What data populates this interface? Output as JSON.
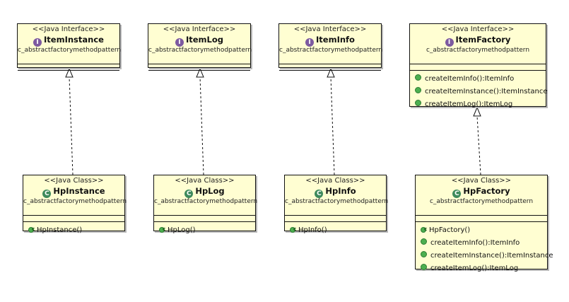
{
  "diagram": {
    "interfaces": [
      {
        "stereotype": "<<Java Interface>>",
        "name": "ItemInstance",
        "package": "c_abstractfactorymethodpattern",
        "operations": []
      },
      {
        "stereotype": "<<Java Interface>>",
        "name": "ItemLog",
        "package": "c_abstractfactorymethodpattern",
        "operations": []
      },
      {
        "stereotype": "<<Java Interface>>",
        "name": "ItemInfo",
        "package": "c_abstractfactorymethodpattern",
        "operations": []
      },
      {
        "stereotype": "<<Java Interface>>",
        "name": "ItemFactory",
        "package": "c_abstractfactorymethodpattern",
        "operations": [
          "createItemInfo():ItemInfo",
          "createItemInstance():ItemInstance",
          "createItemLog():ItemLog"
        ]
      }
    ],
    "classes": [
      {
        "stereotype": "<<Java Class>>",
        "name": "HpInstance",
        "package": "c_abstractfactorymethodpattern",
        "constructor": "HpInstance()",
        "operations": []
      },
      {
        "stereotype": "<<Java Class>>",
        "name": "HpLog",
        "package": "c_abstractfactorymethodpattern",
        "constructor": "HpLog()",
        "operations": []
      },
      {
        "stereotype": "<<Java Class>>",
        "name": "HpInfo",
        "package": "c_abstractfactorymethodpattern",
        "constructor": "HpInfo()",
        "operations": []
      },
      {
        "stereotype": "<<Java Class>>",
        "name": "HpFactory",
        "package": "c_abstractfactorymethodpattern",
        "constructor": "HpFactory()",
        "operations": [
          "createItemInfo():ItemInfo",
          "createItemInstance():ItemInstance",
          "createItemLog():ItemLog"
        ]
      }
    ],
    "realizations": [
      {
        "from": "HpInstance",
        "to": "ItemInstance"
      },
      {
        "from": "HpLog",
        "to": "ItemLog"
      },
      {
        "from": "HpInfo",
        "to": "ItemInfo"
      },
      {
        "from": "HpFactory",
        "to": "ItemFactory"
      }
    ],
    "colors": {
      "box_fill": "#fffed2",
      "border": "#111111",
      "interface_icon": "#7d5aa0",
      "class_icon": "#3e8a5c",
      "method_dot": "#4caf50"
    },
    "icons": {
      "interface": "interface-i-icon",
      "class": "class-c-icon",
      "method": "public-method-icon",
      "constructor": "constructor-icon",
      "realization": "hollow-triangle-arrowhead"
    }
  }
}
